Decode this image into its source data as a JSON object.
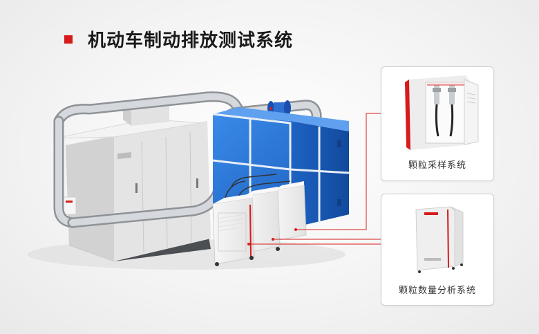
{
  "header": {
    "title": "机动车制动排放测试系统"
  },
  "callouts": [
    {
      "label": "颗粒采样系统"
    },
    {
      "label": "颗粒数量分析系统"
    }
  ],
  "colors": {
    "accent_red": "#d71a1a",
    "cabinet_blue": "#1f6fd1",
    "pipe_gray": "#b9bcc2",
    "chamber_gray": "#dcdcdc"
  }
}
